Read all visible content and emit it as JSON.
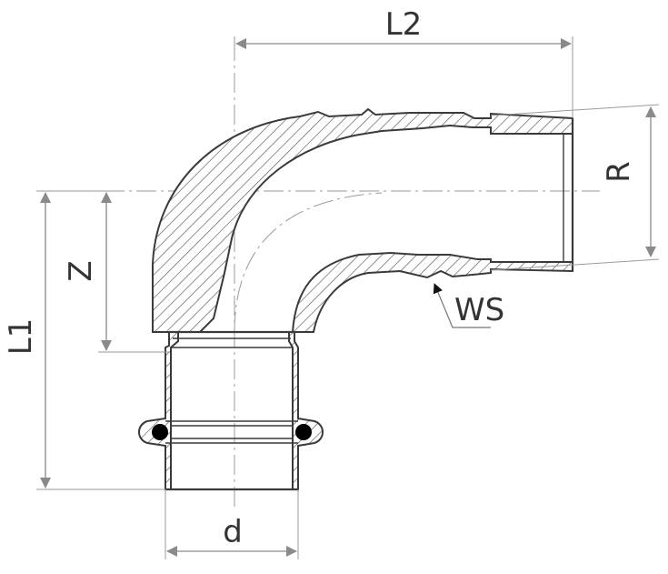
{
  "labels": {
    "l2": "L2",
    "l1": "L1",
    "z": "Z",
    "r": "R",
    "ws": "WS",
    "d": "d"
  },
  "colors": {
    "line": "#3a3a3a",
    "dimension": "#8a8a8a",
    "seal": "#000000",
    "background": "#ffffff"
  }
}
